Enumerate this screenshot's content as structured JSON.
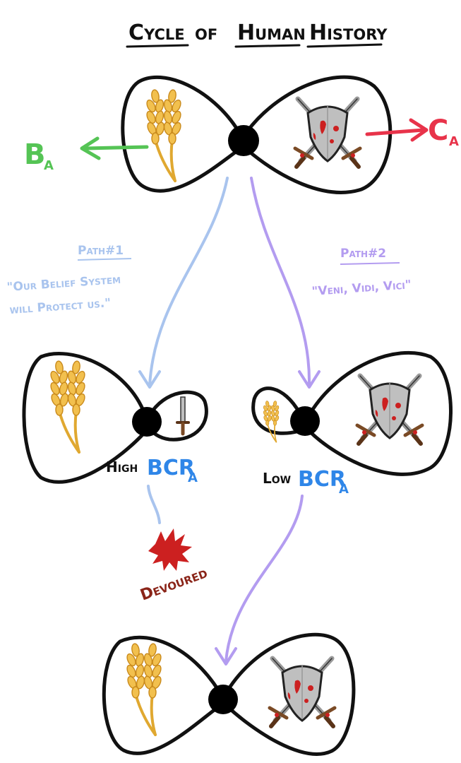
{
  "title": {
    "word1": "Cycle",
    "word2": "of",
    "word3": "Human",
    "word4": "History"
  },
  "top_labels": {
    "left": {
      "main": "B",
      "sub": "A"
    },
    "right": {
      "main": "C",
      "sub": "A"
    }
  },
  "path1": {
    "heading": "Path#1",
    "quote_line1": "\"Our Belief System",
    "quote_line2": "will Protect us.\""
  },
  "path2": {
    "heading": "Path#2",
    "quote": "\"Veni, Vidi, Vici\""
  },
  "left_outcome": {
    "prefix": "High",
    "metric": "BCR",
    "sub": "A"
  },
  "right_outcome": {
    "prefix": "Low",
    "metric": "BCR",
    "sub": "A"
  },
  "fate": "Devoured",
  "colors": {
    "ink": "#111111",
    "wheat": "#e0a830",
    "belief_green": "#55c455",
    "conquest_red": "#e8334a",
    "path1_blue": "#a9c4ee",
    "path2_purple": "#b39cf0",
    "bcr_blue": "#2f86e8",
    "blood": "#cc2020",
    "devoured_brown": "#8a2418",
    "shield_gray": "#bfbfbf"
  },
  "icons": {
    "agriculture": "wheat-icon",
    "military": "shield-swords-icon",
    "small_military": "dagger-icon",
    "destroyed": "blood-splat-icon"
  }
}
